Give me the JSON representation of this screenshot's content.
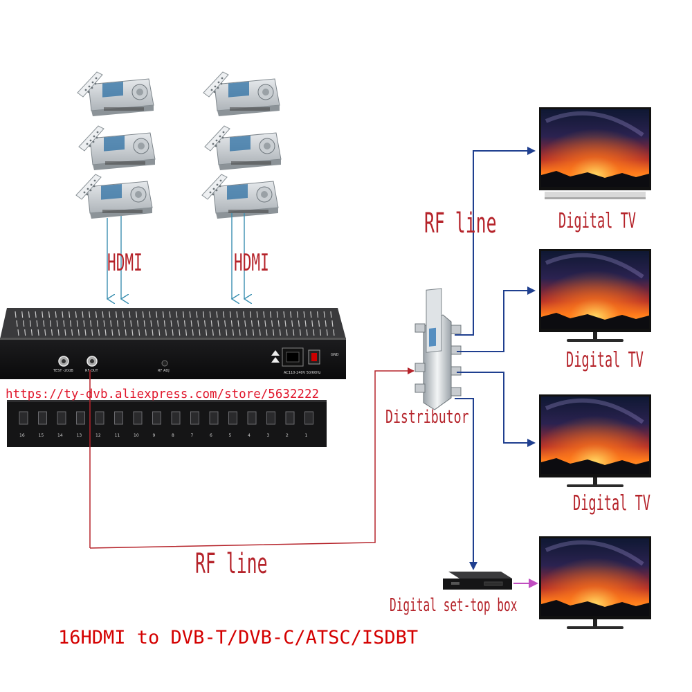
{
  "labels": {
    "hdmi_left": "HDMI",
    "hdmi_right": "HDMI",
    "rf_line_top": "RF line",
    "rf_line_bottom": "RF line",
    "distributor": "Distributor",
    "tv_1": "Digital TV",
    "tv_2": "Digital TV",
    "tv_3": "Digital TV",
    "set_top_box": "Digital set-top box",
    "bottom_title": "16HDMI to DVB-T/DVB-C/ATSC/ISDBT",
    "watermark_url": "https://ty-dvb.aliexpress.com/store/5632222"
  },
  "encoder_panel": {
    "test_port": "TEST -20dB",
    "rf_out": "RF OUT",
    "rf_adj": "RF ADJ",
    "power": "AC110-240V 50/60Hz",
    "gnd": "GND",
    "port_numbers": [
      "16",
      "15",
      "14",
      "13",
      "12",
      "11",
      "10",
      "9",
      "8",
      "7",
      "6",
      "5",
      "4",
      "3",
      "2",
      "1"
    ]
  },
  "colors": {
    "label_red": "#b5232a",
    "arrow_blue": "#1f3f8f",
    "hdmi_arrow": "#3a8fb0",
    "rf_line": "#b5232a",
    "stb_arrow": "#c04dc0"
  }
}
